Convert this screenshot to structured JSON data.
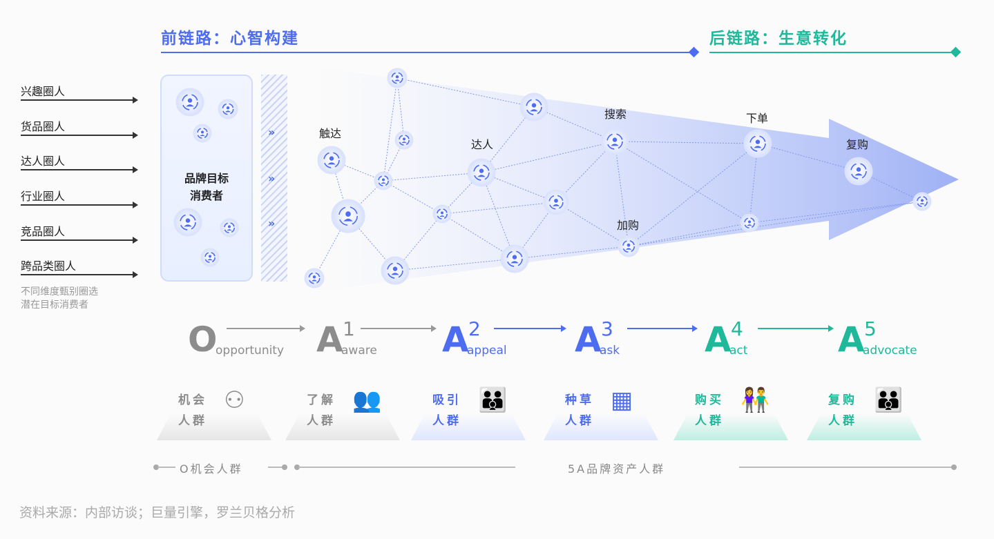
{
  "header": {
    "front_chain": "前链路：心智构建",
    "back_chain": "后链路：生意转化"
  },
  "colors": {
    "blue": "#4e6cf0",
    "teal": "#1fb89a",
    "gray": "#8c8c8c"
  },
  "left": {
    "circles": [
      "兴趣圈人",
      "货品圈人",
      "达人圈人",
      "行业圈人",
      "竞品圈人",
      "跨品类圈人"
    ],
    "note_lines": [
      "不同维度甄别圈选",
      "潜在目标消费者"
    ]
  },
  "box": {
    "line1": "品牌目标",
    "line2": "消费者"
  },
  "network": {
    "labels": [
      "触达",
      "达人",
      "搜索",
      "下单",
      "复购",
      "加购"
    ]
  },
  "stages": [
    {
      "letter": "O",
      "sup": "",
      "word": "opportunity",
      "group1": "机会",
      "group2": "人群",
      "icon": "network-people-icon"
    },
    {
      "letter": "A",
      "sup": "1",
      "word": "aware",
      "group1": "了解",
      "group2": "人群",
      "icon": "people-search-icon"
    },
    {
      "letter": "A",
      "sup": "2",
      "word": "appeal",
      "group1": "吸引",
      "group2": "人群",
      "icon": "attracted-people-icon"
    },
    {
      "letter": "A",
      "sup": "3",
      "word": "ask",
      "group1": "种草",
      "group2": "人群",
      "icon": "profiles-icon"
    },
    {
      "letter": "A",
      "sup": "4",
      "word": "act",
      "group1": "购买",
      "group2": "人群",
      "icon": "shoppers-icon"
    },
    {
      "letter": "A",
      "sup": "5",
      "word": "advocate",
      "group1": "复购",
      "group2": "人群",
      "icon": "loyal-family-icon"
    }
  ],
  "footer": {
    "o_group": "O机会人群",
    "a_group": "5A品牌资产人群"
  },
  "source": "资料来源：内部访谈；巨量引擎，罗兰贝格分析"
}
